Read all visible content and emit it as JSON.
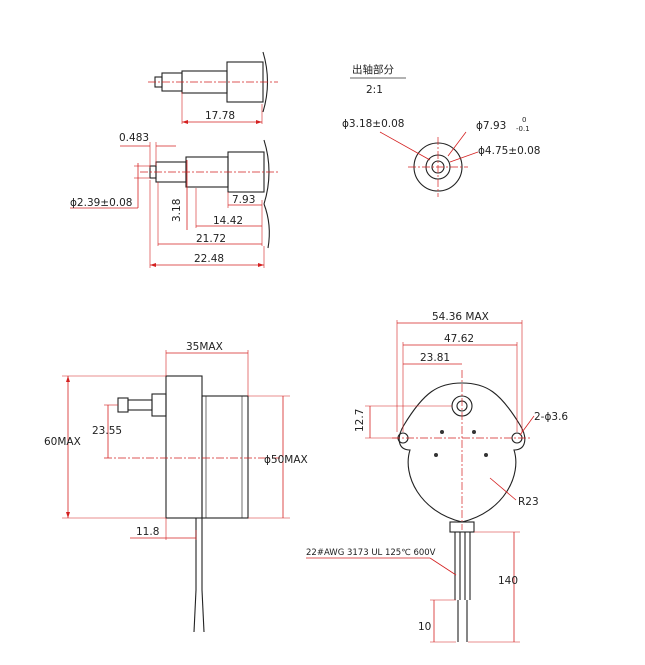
{
  "detail": {
    "title": "出轴部分",
    "scale": "2:1",
    "dia_inner": "ϕ3.18±0.08",
    "dia_outer": "ϕ7.93",
    "dia_outer_tol_upper": "0",
    "dia_outer_tol_lower": "-0.1",
    "dia_mid": "ϕ4.75±0.08"
  },
  "shaft_top": {
    "len": "17.78"
  },
  "shaft_side": {
    "len_a": "0.483",
    "dia": "ϕ2.39±0.08",
    "len_b": "3.18",
    "len_c": "7.93",
    "len_d": "14.42",
    "len_e": "21.72",
    "len_f": "22.48"
  },
  "motor_side": {
    "width": "35MAX",
    "height": "60MAX",
    "shaft_pos": "23.55",
    "dia": "ϕ50MAX",
    "offset": "11.8"
  },
  "motor_front": {
    "w1": "54.36 MAX",
    "w2": "47.62",
    "w3": "23.81",
    "h1": "12.7",
    "holes": "2-ϕ3.6",
    "radius": "R23",
    "wire": "22#AWG 3173 UL 125℃ 600V",
    "wire_len": "140",
    "wire_strip": "10"
  }
}
